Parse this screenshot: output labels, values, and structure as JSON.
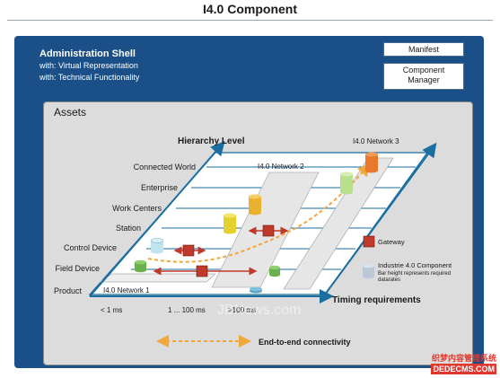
{
  "title": "I4.0 Component",
  "shell": {
    "heading": "Administration Shell",
    "line1": "with: Virtual Representation",
    "line2": "with: Technical Functionality",
    "manifest": "Manifest",
    "component_manager_line1": "Component",
    "component_manager_line2": "Manager"
  },
  "assets": {
    "label": "Assets",
    "hierarchy_axis": "Hierarchy Level",
    "timing_axis": "Timing requirements",
    "levels": [
      "Connected World",
      "Enterprise",
      "Work Centers",
      "Station",
      "Control Device",
      "Field Device",
      "Product"
    ],
    "timing_ticks": [
      "< 1  ms",
      "1 ... 100  ms",
      ">100  ms"
    ],
    "networks": [
      "I4.0 Network 1",
      "I4.0 Network 2",
      "I4.0 Network 3"
    ],
    "legend": {
      "gateway": "Gateway",
      "component_line1": "Industrie 4.0 Component",
      "component_line2": "Bar height represents required",
      "component_line3": "datarates"
    },
    "connectivity": "End-to-end connectivity"
  },
  "watermark": {
    "line1": "织梦内容管理系统",
    "line2": "DEDECMS.COM",
    "center": "JBNews.com"
  },
  "colors": {
    "shell": "#1b4f87",
    "panel": "#dcdcdc",
    "grid": "#1a6ea0",
    "gateway": "#c0392b",
    "arrow": "#f2a73b"
  }
}
